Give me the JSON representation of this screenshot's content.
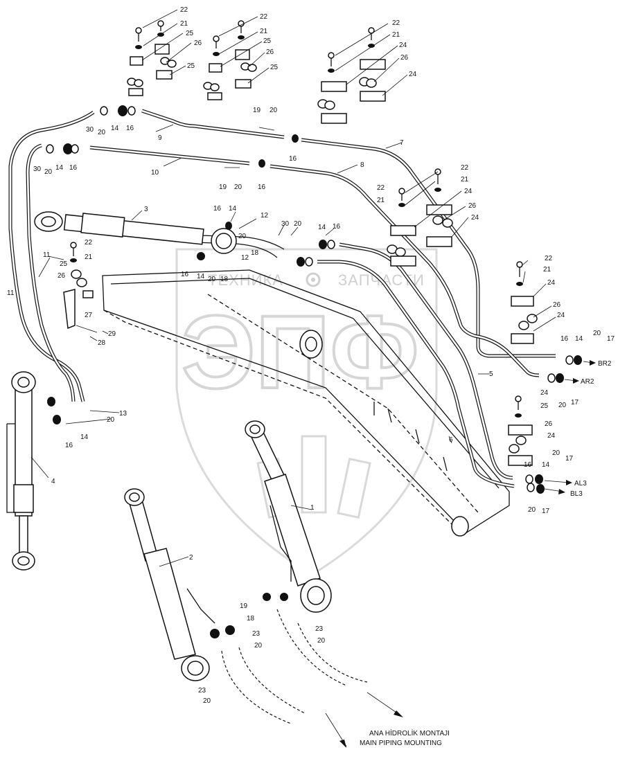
{
  "watermark": {
    "text_left": "ТЕХНИКА",
    "text_right": "ЗАПЧАСТИ",
    "logo_letters": "ЭПФ"
  },
  "caption": {
    "line1": "ANA HİDROLİK MONTAJI",
    "line2": "MAIN PIPING MOUNTING"
  },
  "ports": {
    "br2": "BR2",
    "ar2": "AR2",
    "al3": "AL3",
    "bl3": "BL3"
  },
  "callouts": [
    "22",
    "21",
    "25",
    "26",
    "25",
    "22",
    "21",
    "25",
    "26",
    "25",
    "22",
    "21",
    "24",
    "26",
    "24",
    "19",
    "20",
    "30",
    "20",
    "14",
    "16",
    "9",
    "30",
    "20",
    "14",
    "16",
    "10",
    "16",
    "19",
    "20",
    "16",
    "7",
    "8",
    "22",
    "21",
    "22",
    "21",
    "24",
    "26",
    "24",
    "3",
    "16",
    "14",
    "12",
    "30",
    "20",
    "14",
    "16",
    "20",
    "18",
    "22",
    "21",
    "25",
    "26",
    "27",
    "11",
    "11",
    "29",
    "28",
    "16",
    "14",
    "20",
    "18",
    "12",
    "22",
    "21",
    "24",
    "26",
    "24",
    "16",
    "14",
    "20",
    "17",
    "BR2",
    "20",
    "17",
    "5",
    "24",
    "25",
    "26",
    "24",
    "20",
    "17",
    "16",
    "14",
    "20",
    "17",
    "4",
    "16",
    "14",
    "20",
    "13",
    "6",
    "1",
    "2",
    "19",
    "18",
    "23",
    "20",
    "23",
    "20",
    "23",
    "20"
  ]
}
